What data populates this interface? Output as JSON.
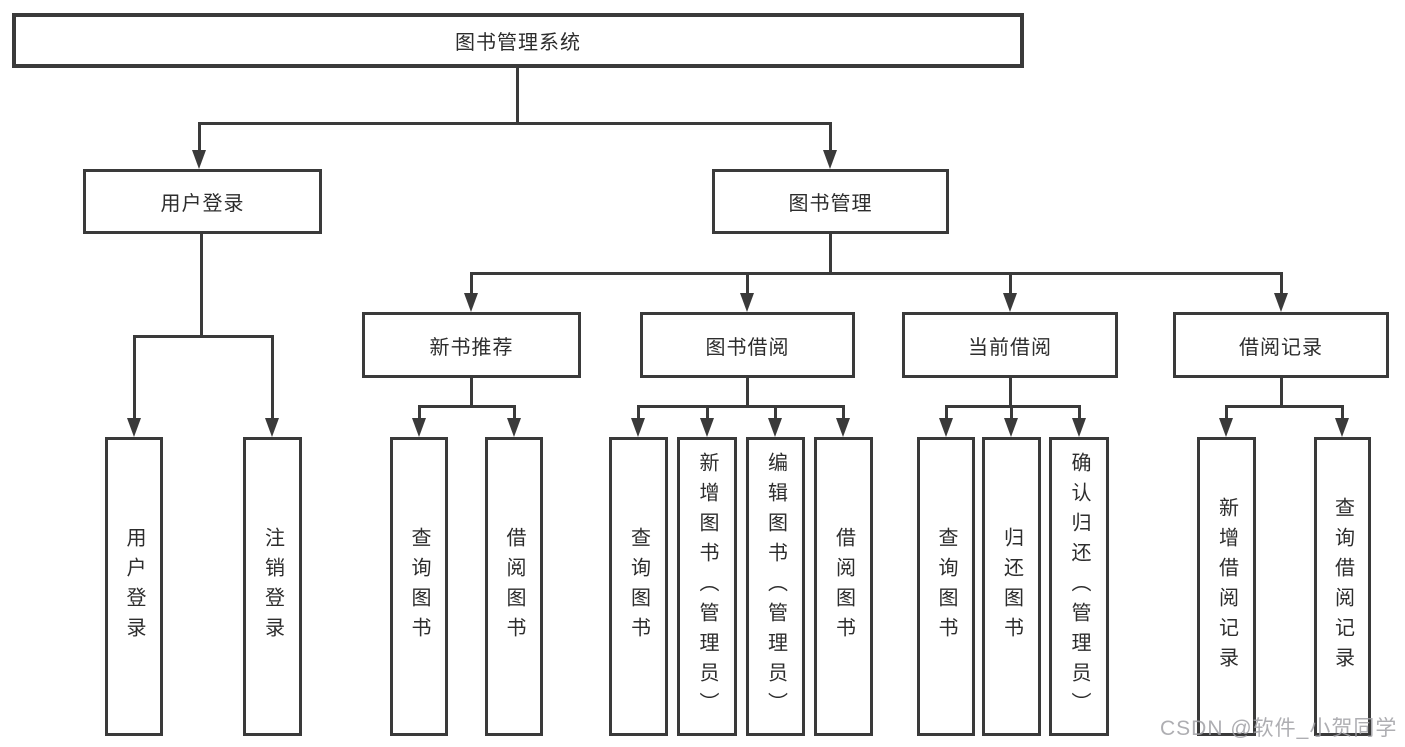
{
  "diagram_type": "hierarchy-tree",
  "colors": {
    "line": "#3a3a3a",
    "box_border": "#3a3a3a",
    "box_background": "#ffffff",
    "text": "#2d2d2d",
    "watermark": "#a0a0a5"
  },
  "watermark": {
    "text": "CSDN @软件_小贺同学"
  },
  "hierarchy": {
    "label": "图书管理系统",
    "children": [
      {
        "label": "用户登录",
        "children": [
          {
            "label": "用户登录"
          },
          {
            "label": "注销登录"
          }
        ]
      },
      {
        "label": "图书管理",
        "children": [
          {
            "label": "新书推荐",
            "children": [
              {
                "label": "查询图书"
              },
              {
                "label": "借阅图书"
              }
            ]
          },
          {
            "label": "图书借阅",
            "children": [
              {
                "label": "查询图书"
              },
              {
                "label": "新增图书（管理员）"
              },
              {
                "label": "编辑图书（管理员）"
              },
              {
                "label": "借阅图书"
              }
            ]
          },
          {
            "label": "当前借阅",
            "children": [
              {
                "label": "查询图书"
              },
              {
                "label": "归还图书"
              },
              {
                "label": "确认归还（管理员）"
              }
            ]
          },
          {
            "label": "借阅记录",
            "children": [
              {
                "label": "新增借阅记录"
              },
              {
                "label": "查询借阅记录"
              }
            ]
          }
        ]
      }
    ]
  }
}
